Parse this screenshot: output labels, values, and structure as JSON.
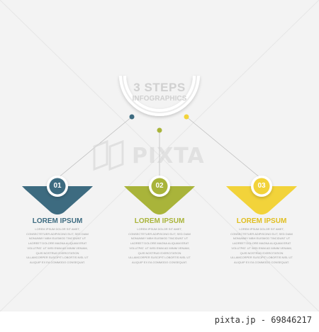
{
  "header": {
    "title": "3 STEPS",
    "subtitle": "INFOGRAPHICS"
  },
  "watermark": {
    "text": "PIXTA"
  },
  "colors": {
    "step1": "#3d6b80",
    "step2": "#a9b43a",
    "step3": "#f2d33a",
    "background": "#f3f3f3"
  },
  "steps": [
    {
      "number": "01",
      "title": "LOREM IPSUM",
      "body": [
        "LOREM IPSUM DOLOR SIT AMET,",
        "CONSECTETUER ADIPISCING ELIT, SED DIAM",
        "NONUMMY NIBH EUISMOD TINCIDUNT UT",
        "LAOREET DOLORE MAGNA ALIQUAM ERAT",
        "VOLUTPAT. UT WISI ENIM AD MINIM VENIAM,",
        "QUIS NOSTRUD EXERCITATION",
        "ULLAMCORPER SUSCIPIT LOBORTIS NISL UT",
        "ALIQUIP EX EA COMMODO CONSEQUAT."
      ]
    },
    {
      "number": "02",
      "title": "LOREM IPSUM",
      "body": [
        "LOREM IPSUM DOLOR SIT AMET,",
        "CONSECTETUER ADIPISCING ELIT, SED DIAM",
        "NONUMMY NIBH EUISMOD TINCIDUNT UT",
        "LAOREET DOLORE MAGNA ALIQUAM ERAT",
        "VOLUTPAT. UT WISI ENIM AD MINIM VENIAM,",
        "QUIS NOSTRUD EXERCITATION",
        "ULLAMCORPER SUSCIPIT LOBORTIS NISL UT",
        "ALIQUIP EX EA COMMODO CONSEQUAT."
      ]
    },
    {
      "number": "03",
      "title": "LOREM IPSUM",
      "body": [
        "LOREM IPSUM DOLOR SIT AMET,",
        "CONSECTETUER ADIPISCING ELIT, SED DIAM",
        "NONUMMY NIBH EUISMOD TINCIDUNT UT",
        "LAOREET DOLORE MAGNA ALIQUAM ERAT",
        "VOLUTPAT. UT WISI ENIM AD MINIM VENIAM,",
        "QUIS NOSTRUD EXERCITATION",
        "ULLAMCORPER SUSCIPIT LOBORTIS NISL UT",
        "ALIQUIP EX EA COMMODO CONSEQUAT."
      ]
    }
  ],
  "footer": {
    "credit": "pixta.jp - 69846217"
  }
}
